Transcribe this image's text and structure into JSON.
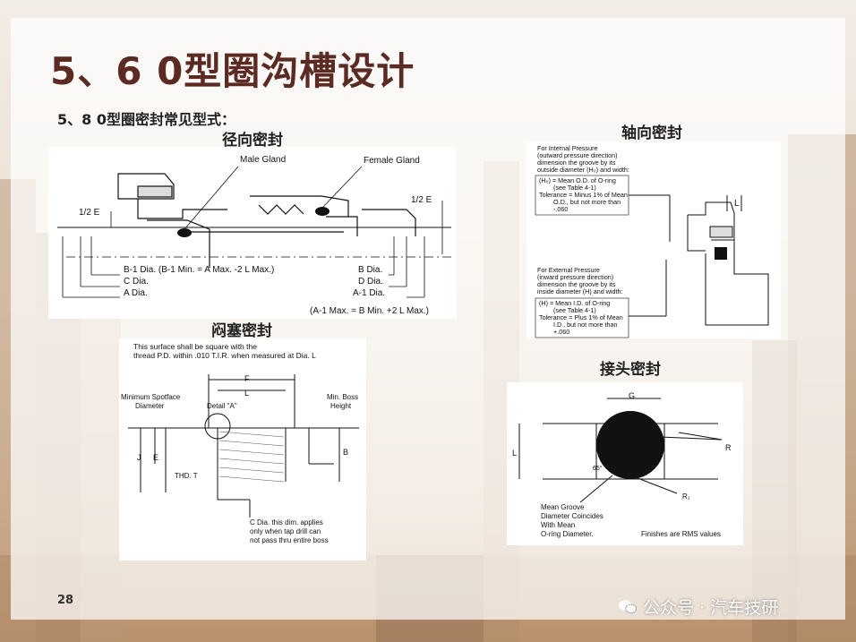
{
  "slide": {
    "title": "5、6 0型圈沟槽设计",
    "subtitle": "5、8 0型圈密封常见型式：",
    "page_number": "28",
    "watermark": "公众号 · 汽车技研"
  },
  "sections": {
    "radial": "径向密封",
    "axial": "轴向密封",
    "plug": "闷塞密封",
    "fitting": "接头密封"
  },
  "radial": {
    "male_gland": "Male Gland",
    "female_gland": "Female Gland",
    "half_e_left": "1/2 E",
    "half_e_right": "1/2 E",
    "b1": "B-1 Dia. (B-1 Min. = A Max. -2 L Max.)",
    "c": "C Dia.",
    "a": "A Dia.",
    "b": "B Dia.",
    "d": "D Dia.",
    "a1": "A-1 Dia.",
    "a1_formula": "(A-1 Max. = B Min. +2 L Max.)"
  },
  "axial": {
    "internal": [
      "For Internal Pressure",
      "(outward pressure direction)",
      "dimension the groove by its",
      "outside diameter (H₀) and width:"
    ],
    "internal_box": [
      "(H₀) = Mean O.D. of O-ring",
      "(see Table 4-1)",
      "Tolerance = Minus 1% of Mean",
      "O.D., but not more than",
      "-.060"
    ],
    "external": [
      "For External Pressure",
      "(inward pressure direction)",
      "dimension the groove by its",
      "inside diameter (H) and width:"
    ],
    "external_box": [
      "(H) = Mean I.D. of O-ring",
      "(see Table 4-1)",
      "Tolerance = Plus 1% of Mean",
      "I.D., but not more than",
      "+.060"
    ],
    "l": "L"
  },
  "plug": {
    "note": [
      "This surface shall be square with the",
      "thread P.D. within .010 T.I.R. when measured at Dia. L"
    ],
    "f": "F",
    "l": "L",
    "spotface": [
      "Minimum Spotface",
      "Diameter"
    ],
    "detail": "Detail \"A\"",
    "boss": [
      "Min. Boss",
      "Height"
    ],
    "j": "J",
    "e": "E",
    "b": "B",
    "thd": "THD. T",
    "c_note": [
      "C Dia. this dim. applies",
      "only when tap drill can",
      "not pass thru entire boss"
    ]
  },
  "fitting": {
    "g": "G",
    "l": "L",
    "r": "R",
    "r1": "R₁",
    "angle": "65°",
    "mean": [
      "Mean Groove",
      "Diameter Coincides",
      "With Mean",
      "O-ring Diameter."
    ],
    "finish": "Finishes are RMS values"
  }
}
